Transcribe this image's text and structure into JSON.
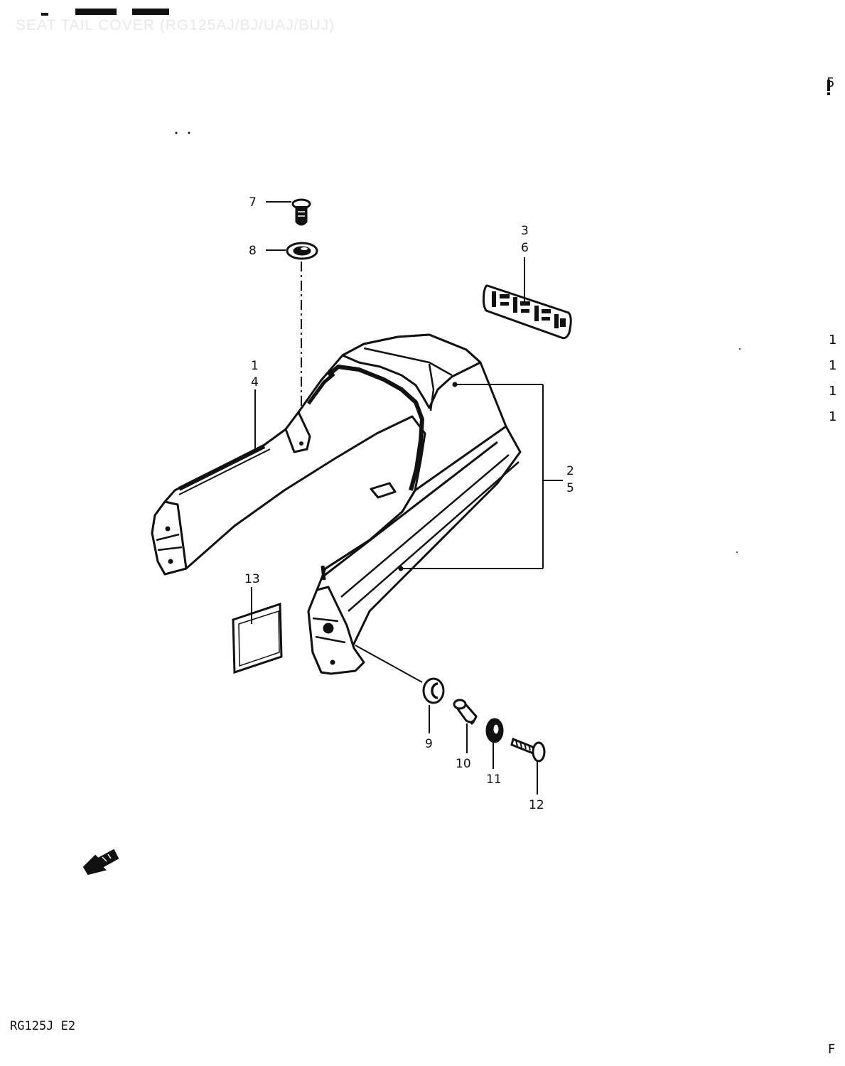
{
  "header": {
    "title": "SEAT TAIL COVER (RG125AJ/BJ/UAJ/BUJ)"
  },
  "footer": {
    "code": "RG125J E2"
  },
  "edge_marks": [
    "5",
    "1",
    "1",
    "1",
    "1",
    "F"
  ],
  "callouts": [
    {
      "id": "c7",
      "labels": [
        "7"
      ]
    },
    {
      "id": "c8",
      "labels": [
        "8"
      ]
    },
    {
      "id": "c3",
      "labels": [
        "3",
        "6"
      ]
    },
    {
      "id": "c1",
      "labels": [
        "1",
        "4"
      ]
    },
    {
      "id": "c2",
      "labels": [
        "2",
        "5"
      ]
    },
    {
      "id": "c13",
      "labels": [
        "13"
      ]
    },
    {
      "id": "c9",
      "labels": [
        "9"
      ]
    },
    {
      "id": "c10",
      "labels": [
        "10"
      ]
    },
    {
      "id": "c11",
      "labels": [
        "11"
      ]
    },
    {
      "id": "c12",
      "labels": [
        "12"
      ]
    }
  ],
  "colors": {
    "ink": "#111111",
    "paper": "#ffffff",
    "faint": "#e8e8e8"
  }
}
